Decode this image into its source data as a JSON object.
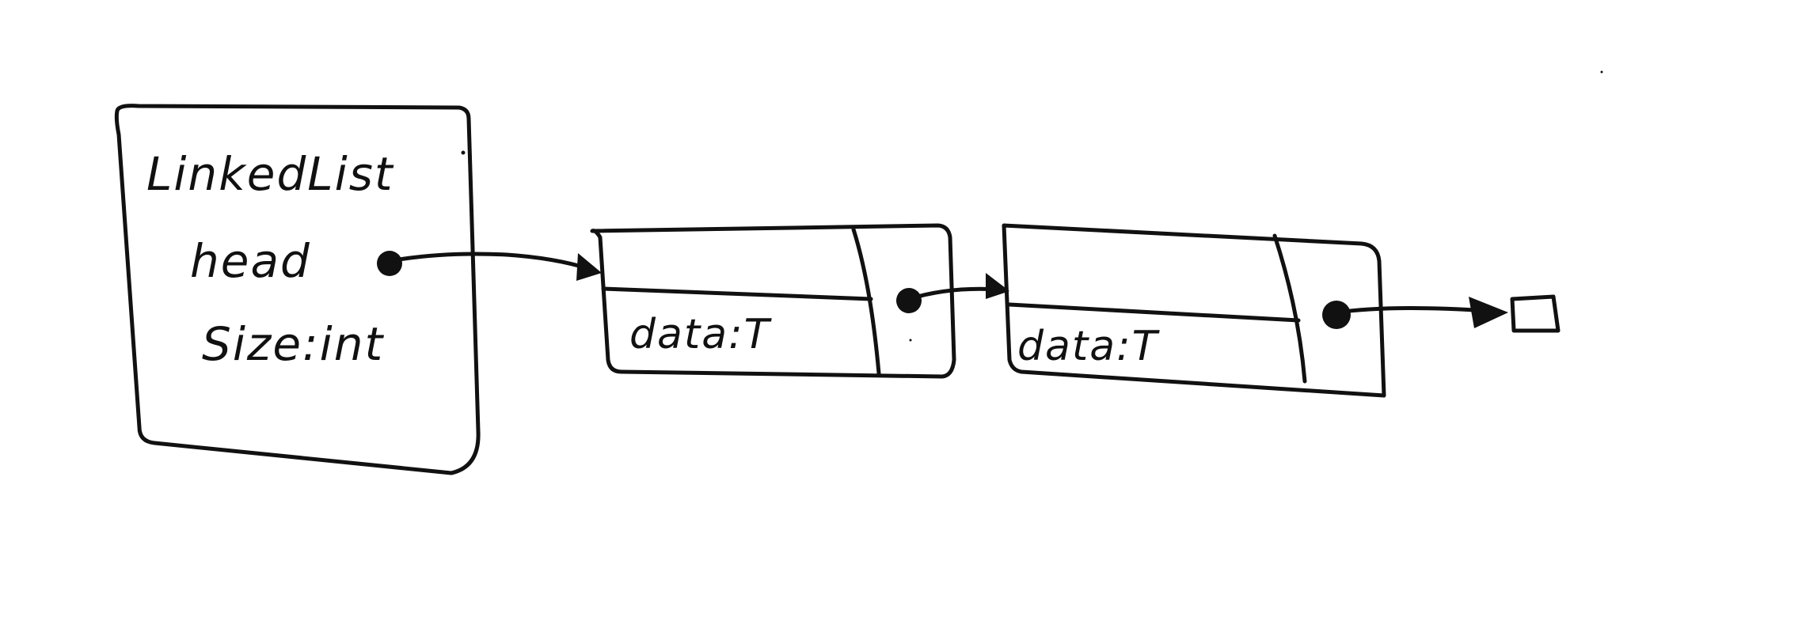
{
  "linked_list": {
    "title": "LinkedList",
    "head_field": "head",
    "size_field": "Size:int"
  },
  "nodes": [
    {
      "data_field": "data:T"
    },
    {
      "data_field": "data:T"
    }
  ],
  "colors": {
    "ink": "#111111",
    "background": "#ffffff"
  }
}
